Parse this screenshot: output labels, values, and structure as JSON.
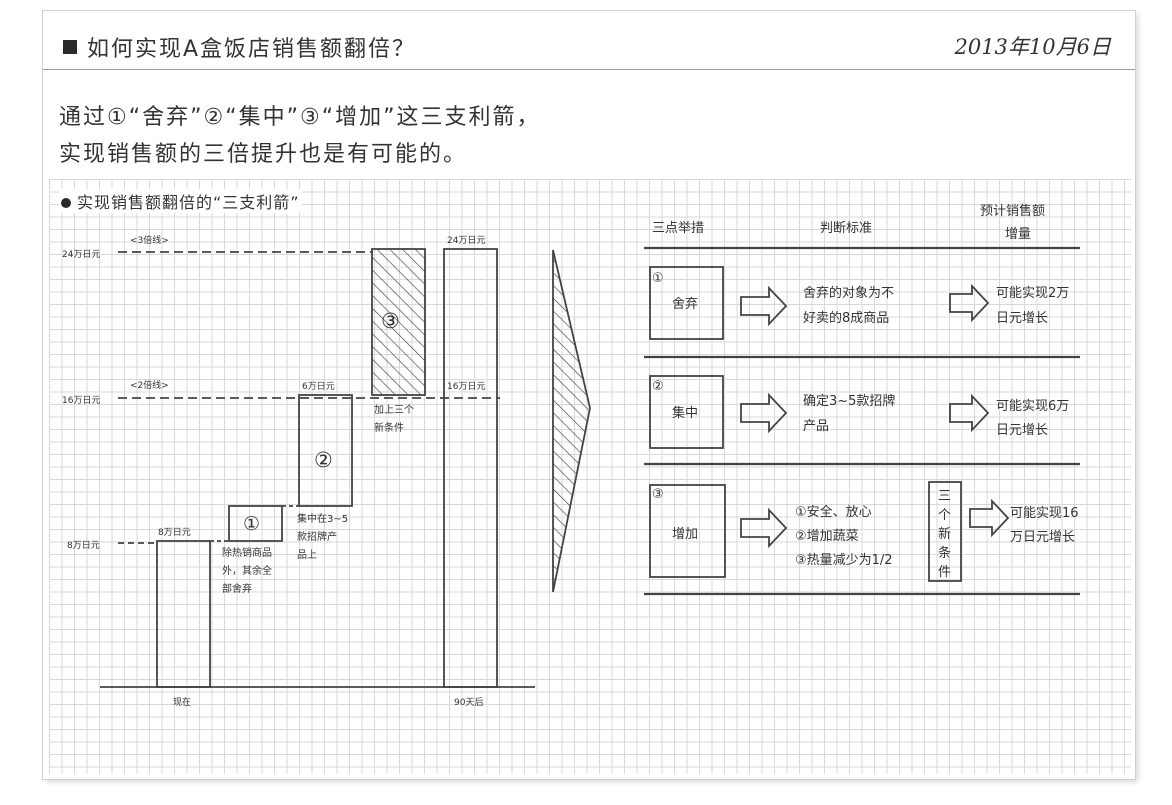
{
  "header": {
    "title": "如何实现A盒饭店销售额翻倍？",
    "date": "2013年10月6日"
  },
  "intro": {
    "line1": "通过①“舍弃”②“集中”③“增加”这三支利箭，",
    "line2": "实现销售额的三倍提升也是有可能的。"
  },
  "section_title": "实现销售额翻倍的“三支利箭”",
  "left_chart": {
    "y_labels": {
      "y24": "24万日元",
      "y16": "16万日元",
      "y8": "8万日元"
    },
    "guides": {
      "x3": "<3倍线>",
      "x2": "<2倍线>"
    },
    "bar_labels": {
      "current_top": "8万日元",
      "step2_top": "6万日元",
      "final_top": "24万日元",
      "final_mid": "16万日元"
    },
    "x_labels": {
      "now": "现在",
      "later": "90天后"
    },
    "markers": {
      "m1": "①",
      "m2": "②",
      "m3": "③"
    },
    "notes": {
      "n1": [
        "除热销商品",
        "外，其余全",
        "部舍弃"
      ],
      "n2": [
        "集中在3~5",
        "款招牌产",
        "品上"
      ],
      "n3": [
        "加上三个",
        "新条件"
      ]
    }
  },
  "table": {
    "headers": {
      "measure": "三点举措",
      "criteria": "判断标准",
      "expected": [
        "预计销售额",
        "增量"
      ]
    },
    "rows": [
      {
        "num": "①",
        "name": "舍弃",
        "criteria": [
          "舍弃的对象为不",
          "好卖的8成商品"
        ],
        "result": [
          "可能实现2万",
          "日元增长"
        ]
      },
      {
        "num": "②",
        "name": "集中",
        "criteria": [
          "确定3~5款招牌",
          "产品"
        ],
        "result": [
          "可能实现6万",
          "日元增长"
        ]
      },
      {
        "num": "③",
        "name": "增加",
        "criteria": [
          "①安全、放心",
          "②增加蔬菜",
          "③热量减少为1/2"
        ],
        "side_note": [
          "三",
          "个",
          "新",
          "条",
          "件"
        ],
        "result": [
          "可能实现16",
          "万日元增长"
        ]
      }
    ]
  },
  "colors": {
    "ink": "#333333",
    "grid": "#d9d9d9",
    "paper": "#ffffff"
  }
}
